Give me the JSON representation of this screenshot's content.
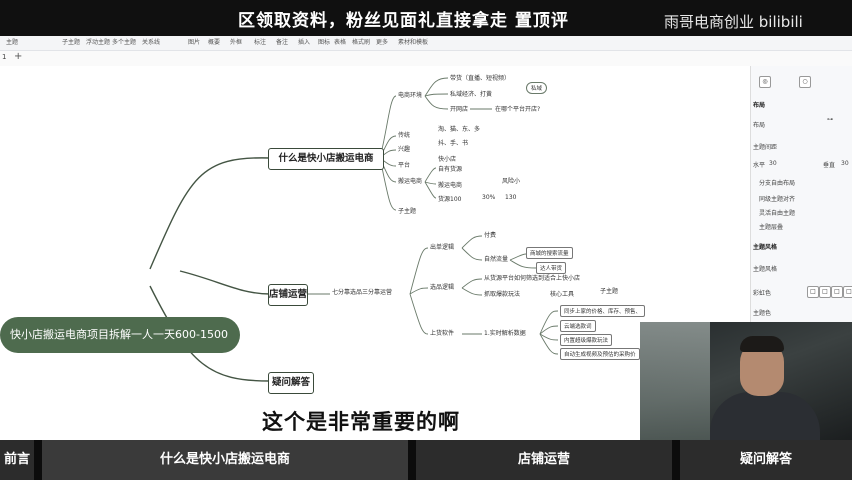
{
  "banner": {
    "main_text": "区领取资料，粉丝见面礼直接拿走      置顶评",
    "brand": "雨哥电商创业 bilibili"
  },
  "toolbar": {
    "items": [
      "主题",
      "子主题",
      "浮动主题",
      "多个主题",
      "关系线",
      "图片",
      "概要",
      "外框",
      "标注",
      "备注",
      "插入",
      "图标",
      "表格",
      "格式刷",
      "更多",
      "素材和模板"
    ]
  },
  "tabs": {
    "label": "1",
    "add": "+"
  },
  "mindmap": {
    "root": "快小店搬运电商项目拆解一人一天600-1500",
    "branches": [
      {
        "label": "什么是快小店搬运电商"
      },
      {
        "label": "店铺运营"
      },
      {
        "label": "疑问解答"
      }
    ],
    "branch1": {
      "groups": [
        "电商环境",
        "传统",
        "兴趣",
        "平台",
        "搬运电商",
        "子主题"
      ],
      "env_items": [
        "带货（直播、短视频）",
        "私域经济、打黄",
        "开网店",
        "在哪个平台开店?"
      ],
      "env_tag": "私域",
      "traditional": "淘、猫、东、多",
      "interest": "抖、手、书",
      "platform": "快小店",
      "move_items": [
        "自有货源",
        "搬运电商",
        "风险小",
        "货源100",
        "30%",
        "130"
      ]
    },
    "branch2": {
      "intro": "七分靠选品三分靠运营",
      "groups": [
        "出单逻辑",
        "选品逻辑",
        "上货软件"
      ],
      "order_items": [
        "付费",
        "自然流量",
        "商城的搜索流量",
        "达人带货"
      ],
      "select_items": [
        "从货源平台如何筛选到适合上快小店",
        "抓取爆款玩法",
        "核心工具",
        "子主题"
      ],
      "software_items": [
        "1.实时解析数据",
        "同步上家的价格、库存、预售、",
        "云端选款词",
        "内置超级爆款玩法",
        "自动生成视频及预估的采购价"
      ]
    }
  },
  "panel": {
    "section1": "布局",
    "layout_label": "布局",
    "theme_spacing": "主题间距",
    "horizontal": "水平",
    "h_value": "30",
    "vertical": "垂直",
    "v_value": "30",
    "options": [
      "分支自由布局",
      "同级主题对齐",
      "灵活自由主题",
      "主题层叠"
    ],
    "section2": "主题风格",
    "style_label": "主题风格",
    "color_label": "彩虹色",
    "color_options": [
      "□",
      "□",
      "□",
      "□"
    ],
    "theme_color": "主题色"
  },
  "subtitle": "这个是非常重要的啊",
  "chapters": [
    {
      "label": "前言"
    },
    {
      "label": "什么是快小店搬运电商"
    },
    {
      "label": "店铺运营"
    },
    {
      "label": "疑问解答"
    }
  ]
}
